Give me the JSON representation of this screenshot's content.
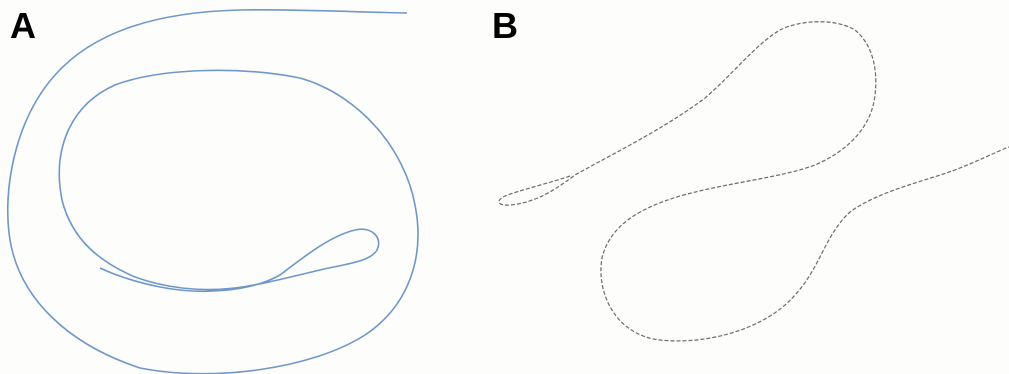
{
  "panels": [
    {
      "label": "A",
      "line_color": "#6f97c9",
      "style": "solid"
    },
    {
      "label": "B",
      "line_color": "#6b6b6b",
      "style": "beaded"
    }
  ]
}
